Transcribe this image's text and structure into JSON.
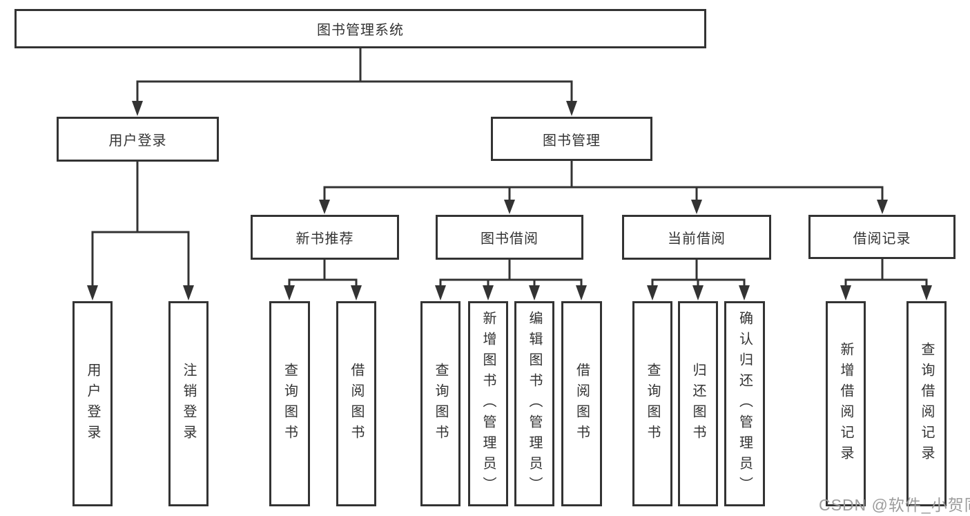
{
  "tree": {
    "root": {
      "label": "图书管理系统",
      "children": [
        {
          "label": "用户登录",
          "children": [
            {
              "label": "用户登录"
            },
            {
              "label": "注销登录"
            }
          ]
        },
        {
          "label": "图书管理",
          "children": [
            {
              "label": "新书推荐",
              "children": [
                {
                  "label": "查询图书"
                },
                {
                  "label": "借阅图书"
                }
              ]
            },
            {
              "label": "图书借阅",
              "children": [
                {
                  "label": "查询图书"
                },
                {
                  "label": "新增图书（管理员）"
                },
                {
                  "label": "编辑图书（管理员）"
                },
                {
                  "label": "借阅图书"
                }
              ]
            },
            {
              "label": "当前借阅",
              "children": [
                {
                  "label": "查询图书"
                },
                {
                  "label": "归还图书"
                },
                {
                  "label": "确认归还（管理员）"
                }
              ]
            },
            {
              "label": "借阅记录",
              "children": [
                {
                  "label": "新增借阅记录"
                },
                {
                  "label": "查询借阅记录"
                }
              ]
            }
          ]
        }
      ]
    }
  },
  "watermark": {
    "text": "CSDN @软件_小贺同学"
  },
  "colors": {
    "line": "#333333",
    "box_background": "#ffffff",
    "text": "#333333",
    "watermark": "#9c9c9c"
  }
}
